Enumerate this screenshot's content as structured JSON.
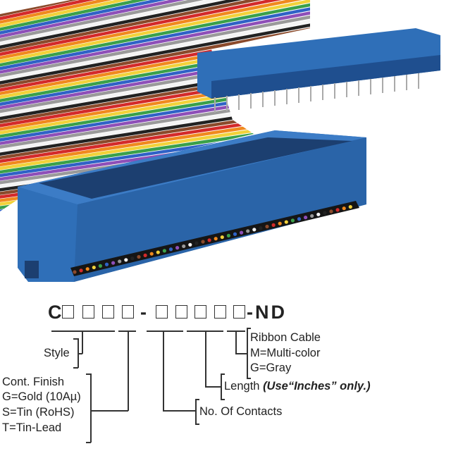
{
  "part_number": {
    "prefix": "C",
    "separator": "-",
    "suffix": "-ND"
  },
  "style": {
    "label": "Style"
  },
  "contact_finish": {
    "title": "Cont. Finish",
    "options": [
      "G=Gold (10Aµ)",
      "S=Tin (RoHS)",
      "T=Tin-Lead"
    ]
  },
  "contacts": {
    "label": "No. Of Contacts"
  },
  "length": {
    "label": "Length",
    "note": "(Use“Inches” only.)"
  },
  "ribbon": {
    "title": "Ribbon Cable",
    "options": [
      "M=Multi-color",
      "G=Gray"
    ]
  },
  "colors": {
    "connector": "#2f6fb8",
    "connector_dark": "#1f4f8f"
  }
}
